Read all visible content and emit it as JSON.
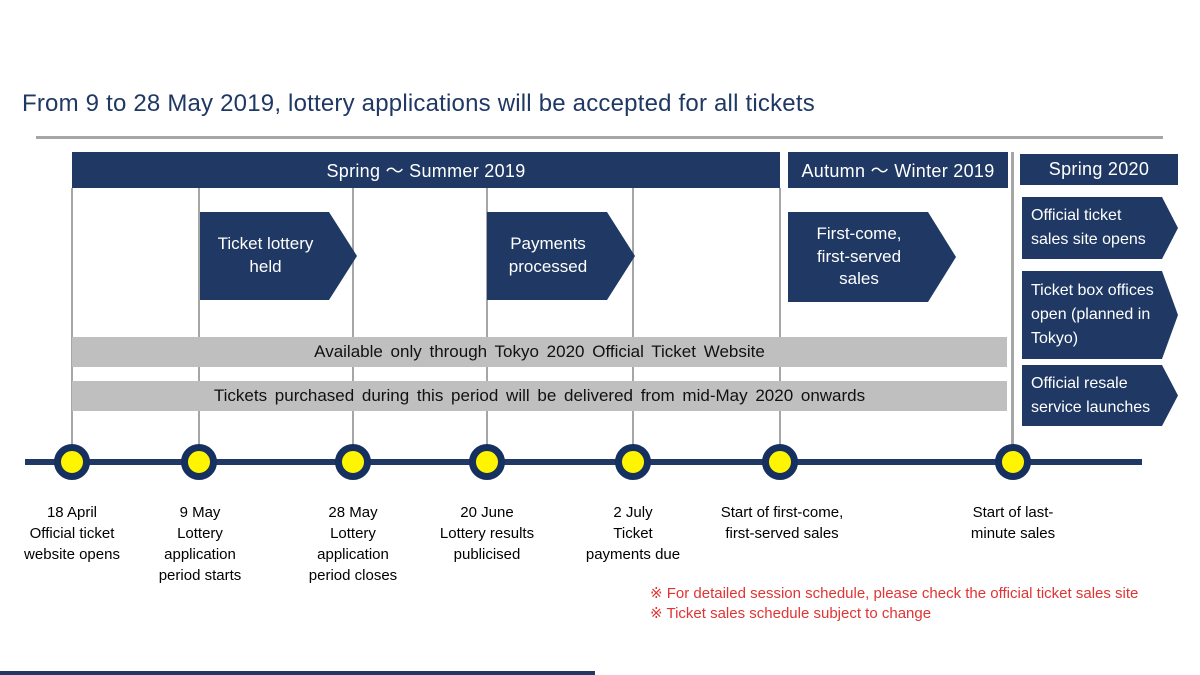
{
  "slide": {
    "title": "From 9 to 28 May 2019, lottery applications will be accepted for all tickets"
  },
  "periods": [
    {
      "label": "Spring ～ Summer 2019"
    },
    {
      "label": "Autumn ～ Winter 2019"
    },
    {
      "label": "Spring 2020"
    }
  ],
  "phase_arrows": [
    {
      "label": "Ticket lottery\nheld"
    },
    {
      "label": "Payments\nprocessed"
    },
    {
      "label": "First-come,\nfirst-served\nsales"
    }
  ],
  "right_arrows": [
    {
      "label": "Official ticket\nsales site opens"
    },
    {
      "label": "Ticket box offices\nopen (planned in\nTokyo)"
    },
    {
      "label": "Official resale\nservice launches"
    }
  ],
  "banners": [
    {
      "text": "Available only through Tokyo 2020 Official Ticket Website"
    },
    {
      "text": "Tickets purchased during this period will be delivered from mid-May 2020 onwards"
    }
  ],
  "timeline": {
    "milestones": [
      {
        "label": "18 April\nOfficial ticket\nwebsite opens"
      },
      {
        "label": "9 May\nLottery\napplication\nperiod starts"
      },
      {
        "label": "28 May\nLottery\napplication\nperiod closes"
      },
      {
        "label": "20 June\nLottery results\npublicised"
      },
      {
        "label": "2 July\nTicket\npayments due"
      },
      {
        "label": "Start of first-come,\nfirst-served sales"
      },
      {
        "label": "Start of last-\nminute sales"
      }
    ]
  },
  "notes": [
    {
      "text": "※ For detailed session schedule, please check the official ticket sales site"
    },
    {
      "text": "※ Ticket sales schedule subject to change"
    }
  ],
  "colors": {
    "navy": "#1F3864",
    "banner_gray": "#BFBFBF",
    "gridline_gray": "#A6A6A6",
    "milestone_yellow": "#FFF500",
    "note_red": "#E03434"
  }
}
